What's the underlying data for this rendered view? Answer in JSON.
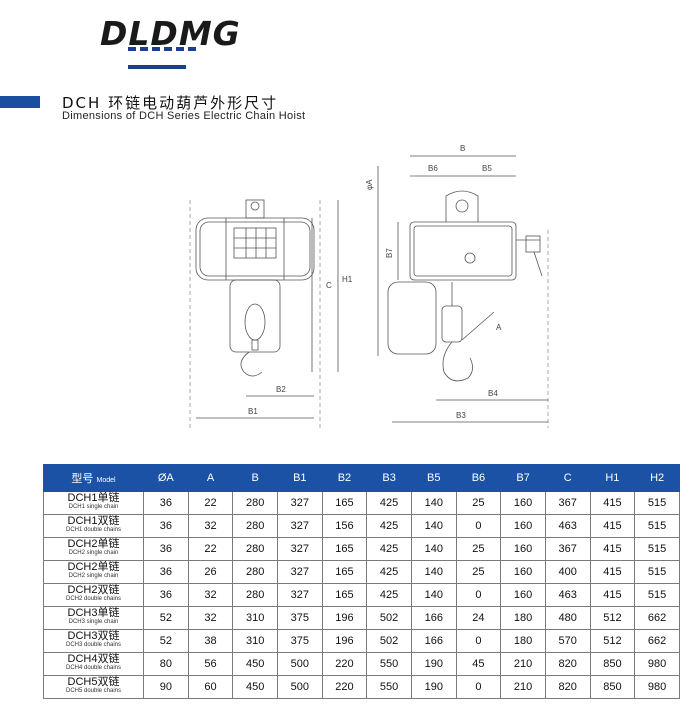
{
  "brand": {
    "logo_text": "DLDMG"
  },
  "heading": {
    "title_cn": "DCH 环链电动葫芦外形尺寸",
    "title_en": "Dimensions of DCH Series Electric Chain Hoist"
  },
  "drawing_labels": {
    "B": "B",
    "B6": "B6",
    "B5": "B5",
    "phiA": "φA",
    "B7": "B7",
    "H1": "H1",
    "C": "C",
    "A": "A",
    "B2": "B2",
    "B1": "B1",
    "B4": "B4",
    "B3": "B3"
  },
  "table": {
    "headers": [
      {
        "cn": "型号",
        "en": "Model"
      },
      {
        "cn": "ØA"
      },
      {
        "cn": "A"
      },
      {
        "cn": "B"
      },
      {
        "cn": "B1"
      },
      {
        "cn": "B2"
      },
      {
        "cn": "B3"
      },
      {
        "cn": "B5"
      },
      {
        "cn": "B6"
      },
      {
        "cn": "B7"
      },
      {
        "cn": "C"
      },
      {
        "cn": "H1"
      },
      {
        "cn": "H2"
      }
    ],
    "rows": [
      {
        "model_cn": "DCH1单链",
        "model_en": "DCH1 single chain",
        "values": [
          "36",
          "22",
          "280",
          "327",
          "165",
          "425",
          "140",
          "25",
          "160",
          "367",
          "415",
          "515"
        ]
      },
      {
        "model_cn": "DCH1双链",
        "model_en": "DCH1 double chains",
        "values": [
          "36",
          "32",
          "280",
          "327",
          "156",
          "425",
          "140",
          "0",
          "160",
          "463",
          "415",
          "515"
        ]
      },
      {
        "model_cn": "DCH2单链",
        "model_en": "DCH2 single chain",
        "values": [
          "36",
          "22",
          "280",
          "327",
          "165",
          "425",
          "140",
          "25",
          "160",
          "367",
          "415",
          "515"
        ]
      },
      {
        "model_cn": "DCH2单链",
        "model_en": "DCH2 single chain",
        "values": [
          "36",
          "26",
          "280",
          "327",
          "165",
          "425",
          "140",
          "25",
          "160",
          "400",
          "415",
          "515"
        ]
      },
      {
        "model_cn": "DCH2双链",
        "model_en": "DCH2 double chains",
        "values": [
          "36",
          "32",
          "280",
          "327",
          "165",
          "425",
          "140",
          "0",
          "160",
          "463",
          "415",
          "515"
        ]
      },
      {
        "model_cn": "DCH3单链",
        "model_en": "DCH3 single chain",
        "values": [
          "52",
          "32",
          "310",
          "375",
          "196",
          "502",
          "166",
          "24",
          "180",
          "480",
          "512",
          "662"
        ]
      },
      {
        "model_cn": "DCH3双链",
        "model_en": "DCH3 double chains",
        "values": [
          "52",
          "38",
          "310",
          "375",
          "196",
          "502",
          "166",
          "0",
          "180",
          "570",
          "512",
          "662"
        ]
      },
      {
        "model_cn": "DCH4双链",
        "model_en": "DCH4 double chains",
        "values": [
          "80",
          "56",
          "450",
          "500",
          "220",
          "550",
          "190",
          "45",
          "210",
          "820",
          "850",
          "980"
        ]
      },
      {
        "model_cn": "DCH5双链",
        "model_en": "DCH5 double chains",
        "values": [
          "90",
          "60",
          "450",
          "500",
          "220",
          "550",
          "190",
          "0",
          "210",
          "820",
          "850",
          "980"
        ]
      }
    ]
  }
}
